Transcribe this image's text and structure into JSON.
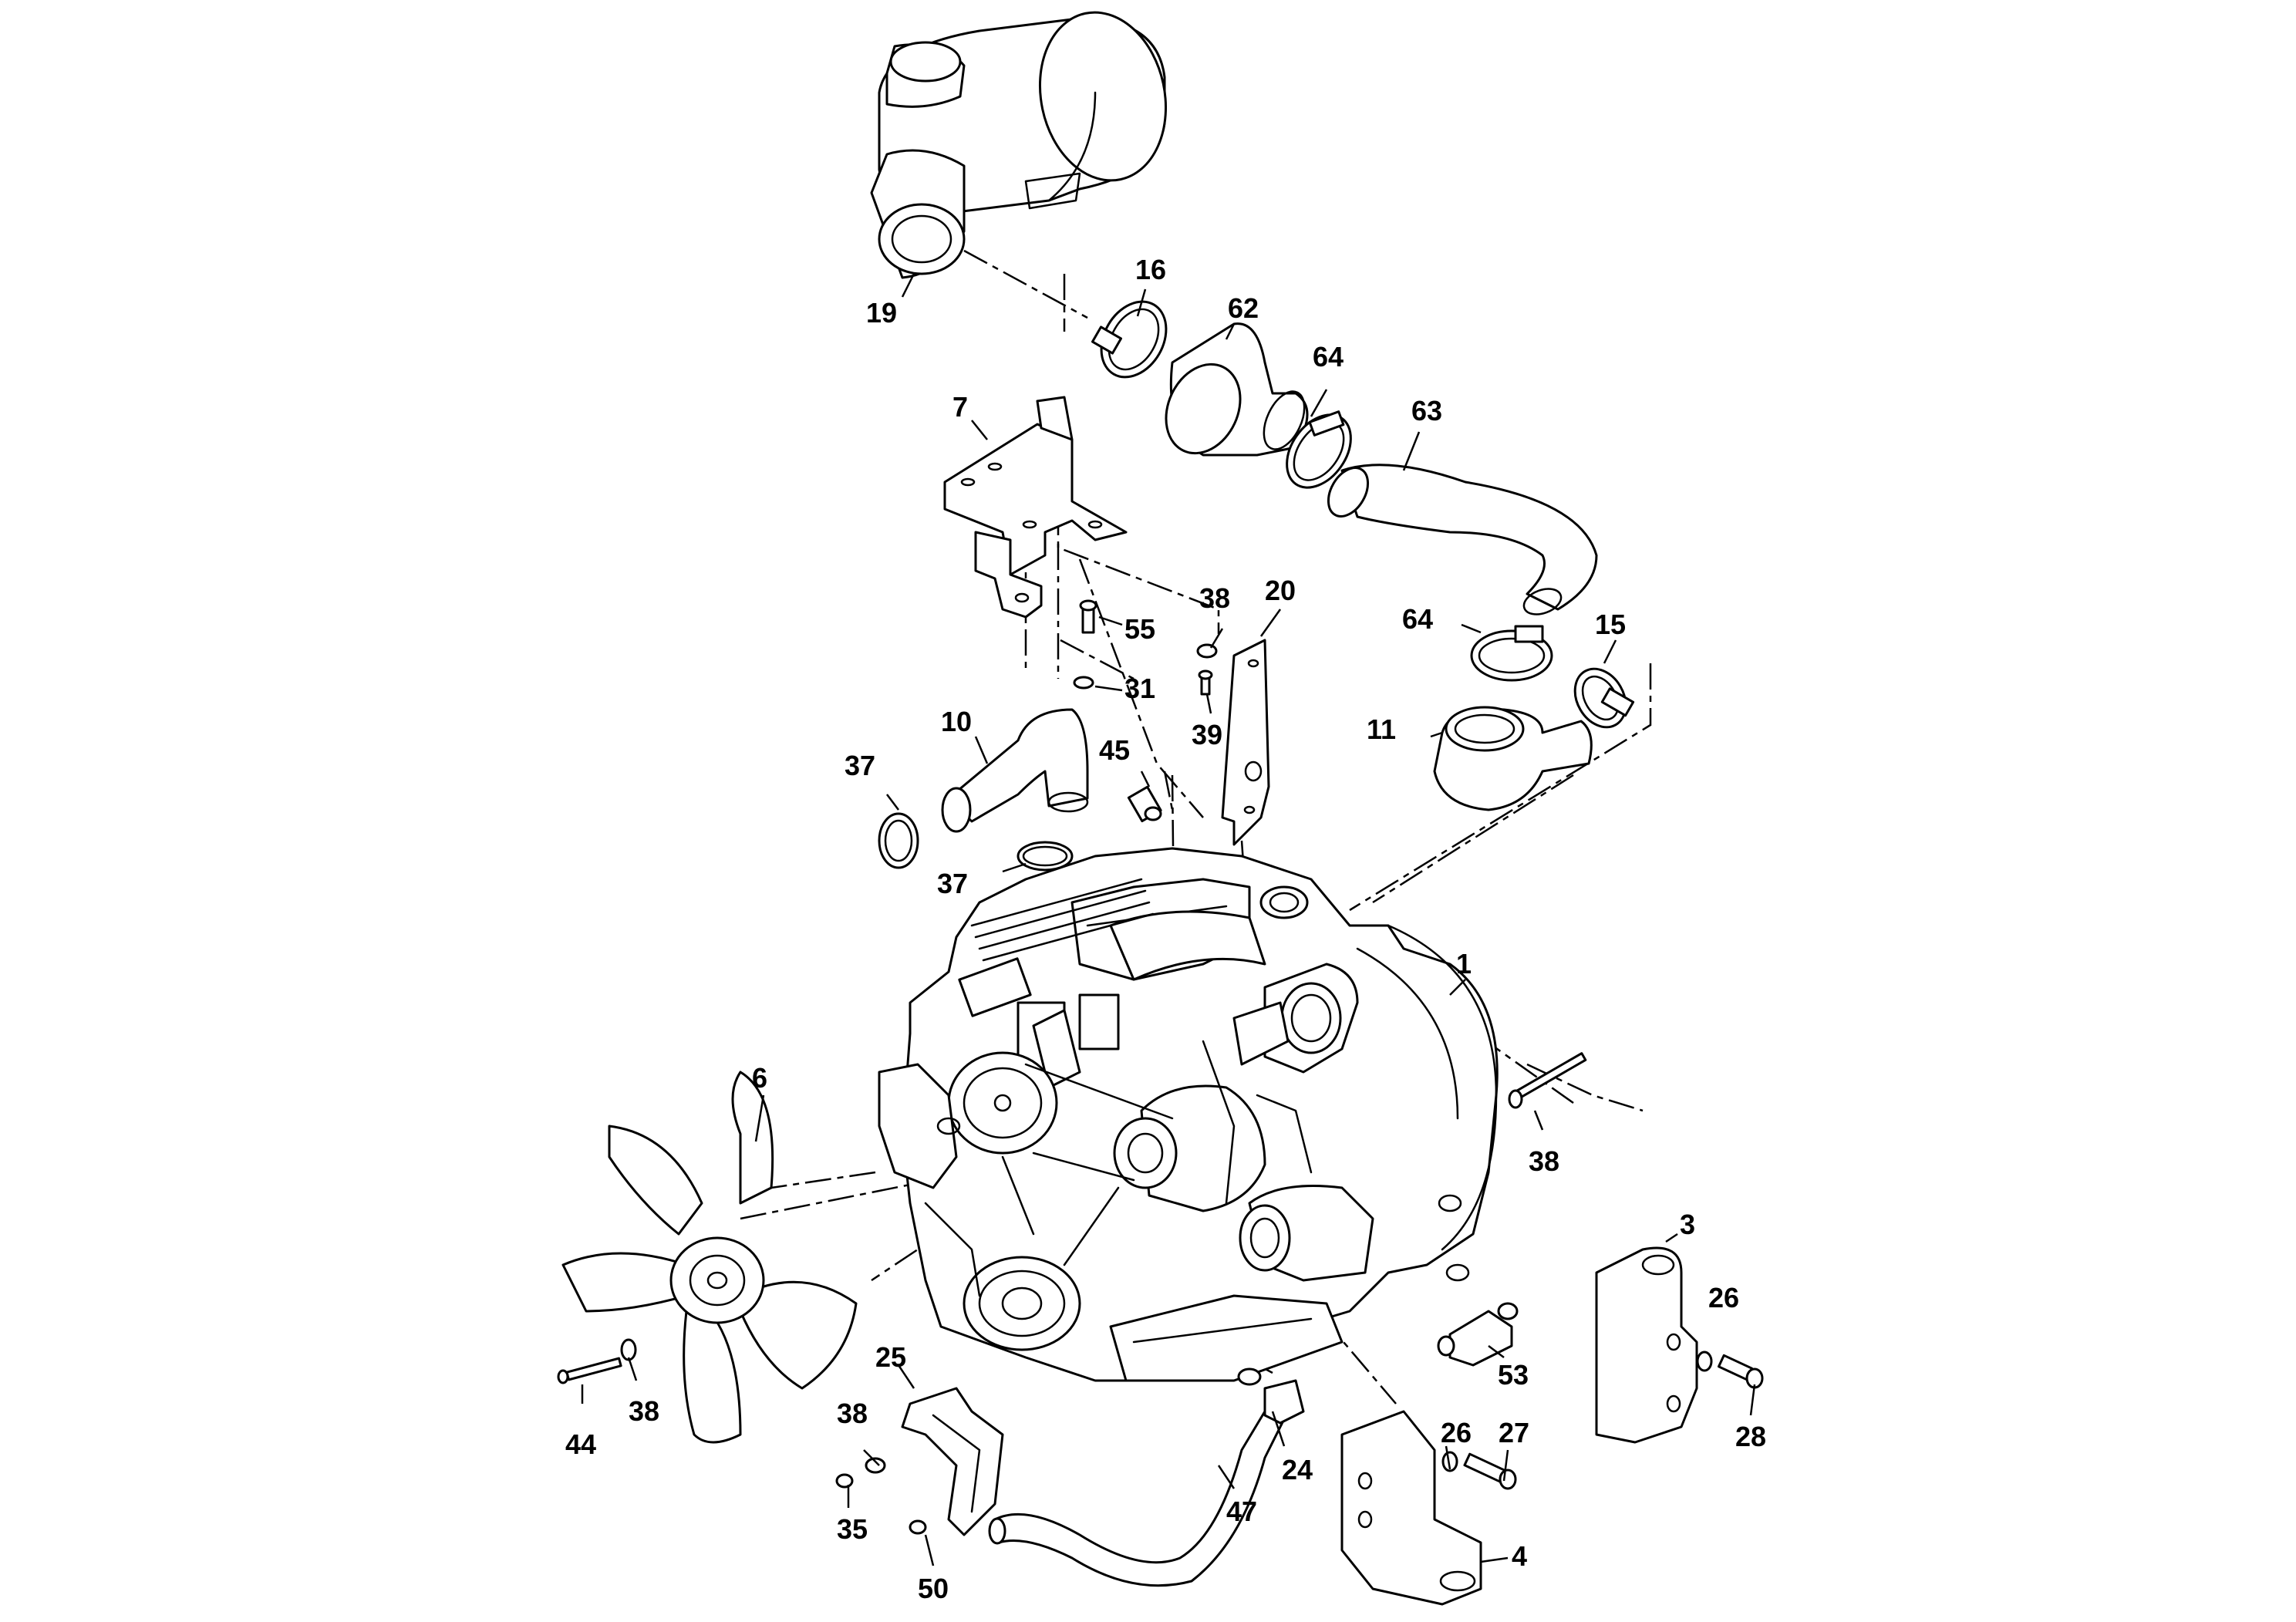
{
  "figure": {
    "type": "exploded-parts-diagram",
    "line_color": "#000000",
    "background_color": "#ffffff"
  },
  "callouts": [
    {
      "id": "c1",
      "label": "1"
    },
    {
      "id": "c3",
      "label": "3"
    },
    {
      "id": "c4",
      "label": "4"
    },
    {
      "id": "c6",
      "label": "6"
    },
    {
      "id": "c7",
      "label": "7"
    },
    {
      "id": "c10",
      "label": "10"
    },
    {
      "id": "c11",
      "label": "11"
    },
    {
      "id": "c15",
      "label": "15"
    },
    {
      "id": "c16",
      "label": "16"
    },
    {
      "id": "c19",
      "label": "19"
    },
    {
      "id": "c20",
      "label": "20"
    },
    {
      "id": "c24",
      "label": "24"
    },
    {
      "id": "c25",
      "label": "25"
    },
    {
      "id": "c26a",
      "label": "26"
    },
    {
      "id": "c26b",
      "label": "26"
    },
    {
      "id": "c27",
      "label": "27"
    },
    {
      "id": "c28",
      "label": "28"
    },
    {
      "id": "c31",
      "label": "31"
    },
    {
      "id": "c35",
      "label": "35"
    },
    {
      "id": "c37a",
      "label": "37"
    },
    {
      "id": "c37b",
      "label": "37"
    },
    {
      "id": "c38a",
      "label": "38"
    },
    {
      "id": "c38b",
      "label": "38"
    },
    {
      "id": "c38c",
      "label": "38"
    },
    {
      "id": "c38d",
      "label": "38"
    },
    {
      "id": "c39",
      "label": "39"
    },
    {
      "id": "c44",
      "label": "44"
    },
    {
      "id": "c45",
      "label": "45"
    },
    {
      "id": "c47",
      "label": "47"
    },
    {
      "id": "c50",
      "label": "50"
    },
    {
      "id": "c53",
      "label": "53"
    },
    {
      "id": "c55",
      "label": "55"
    },
    {
      "id": "c62",
      "label": "62"
    },
    {
      "id": "c63",
      "label": "63"
    },
    {
      "id": "c64a",
      "label": "64"
    },
    {
      "id": "c64b",
      "label": "64"
    }
  ]
}
